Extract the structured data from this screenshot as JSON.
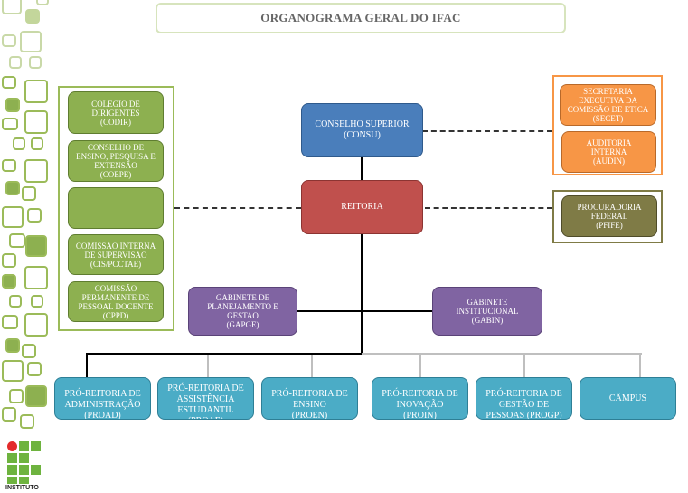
{
  "title": "ORGANOGRAMA GERAL DO IFAC",
  "logo_text": "INSTITUTO",
  "colors": {
    "green": "#8db050",
    "blue": "#4a7ebb",
    "red": "#c0504d",
    "orange": "#f79646",
    "olive": "#7f7b46",
    "purple": "#8064a2",
    "teal": "#4bacc6"
  },
  "central": {
    "consu": "CONSELHO SUPERIOR\n(CONSU)",
    "reitoria": "REITORIA"
  },
  "left_group": [
    "COLEGIO DE\nDIRIGENTES\n(CODIR)",
    "CONSELHO DE\nENSINO, PESQUISA E\nEXTENSÃO\n(COEPE)",
    "",
    "COMISSÃO INTERNA\nDE SUPERVISÃO\n(CIS/PCCTAE)",
    "COMISSÃO\nPERMANENTE DE\nPESSOAL DOCENTE\n(CPPD)"
  ],
  "right_group": [
    "SECRETARIA\nEXECUTIVA DA\nCOMISSÃO DE ETICA\n(SECET)",
    "AUDITORIA\nINTERNA\n(AUDIN)"
  ],
  "procuradoria": "PROCURADORIA\nFEDERAL\n(PFIFE)",
  "gabinetes": [
    "GABINETE DE\nPLANEJAMENTO E\nGESTAO\n(GAPGE)",
    "GABINETE\nINSTITUCIONAL\n(GABIN)"
  ],
  "pro_reitorias": [
    "PRÓ-REITORIA DE\nADMINISTRAÇÃO\n(PROAD)",
    "PRÓ-REITORIA DE\nASSISTÊNCIA\nESTUDANTIL\n(PROAE)",
    "PRÓ-REITORIA DE\nENSINO\n(PROEN)",
    "PRÓ-REITORIA DE\nINOVAÇÃO\n(PROIN)",
    "PRÓ-REITORIA DE\nGESTÃO DE\nPESSOAS (PROGP)",
    "CÂMPUS"
  ]
}
